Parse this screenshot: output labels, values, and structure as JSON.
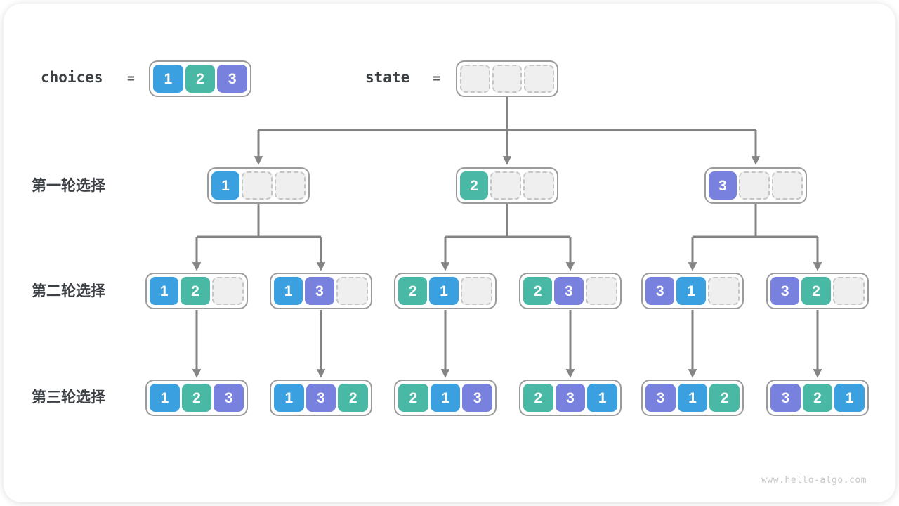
{
  "colors": {
    "value_1": "#3ba0e0",
    "value_2": "#49b9a6",
    "value_3": "#7882de",
    "empty_cell": "#efefef",
    "connector": "#848484"
  },
  "header": {
    "choices_label": "choices",
    "choices_equals": "=",
    "choices_cells": [
      "1",
      "2",
      "3"
    ],
    "state_label": "state",
    "state_equals": "=",
    "state_cells": [
      "",
      "",
      ""
    ]
  },
  "rows": [
    {
      "label": "第一轮选择",
      "nodes": [
        [
          "1",
          "",
          ""
        ],
        [
          "2",
          "",
          ""
        ],
        [
          "3",
          "",
          ""
        ]
      ]
    },
    {
      "label": "第二轮选择",
      "nodes": [
        [
          "1",
          "2",
          ""
        ],
        [
          "1",
          "3",
          ""
        ],
        [
          "2",
          "1",
          ""
        ],
        [
          "2",
          "3",
          ""
        ],
        [
          "3",
          "1",
          ""
        ],
        [
          "3",
          "2",
          ""
        ]
      ]
    },
    {
      "label": "第三轮选择",
      "nodes": [
        [
          "1",
          "2",
          "3"
        ],
        [
          "1",
          "3",
          "2"
        ],
        [
          "2",
          "1",
          "3"
        ],
        [
          "2",
          "3",
          "1"
        ],
        [
          "3",
          "1",
          "2"
        ],
        [
          "3",
          "2",
          "1"
        ]
      ]
    }
  ],
  "watermark": "www.hello-algo.com"
}
